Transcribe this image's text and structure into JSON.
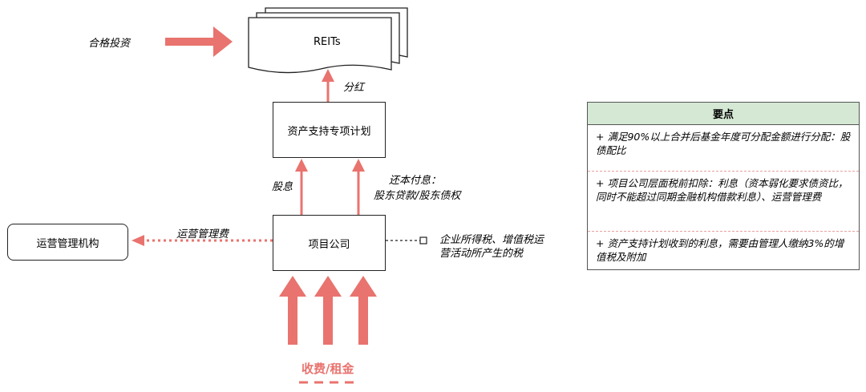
{
  "diagram": {
    "nodes": {
      "reits": "REITs",
      "abs_plan": "资产支持专项计划",
      "project_company": "项目公司",
      "ops_manager": "运营管理机构"
    },
    "edges": {
      "qualified_investment": "合格投资",
      "dividend": "分红",
      "interest": "股息",
      "repayment_line1": "还本付息：",
      "repayment_line2": "股东贷款/股东债权",
      "ops_fee": "运营管理费",
      "tax_line1": "企业所得税、增值税运",
      "tax_line2": "营活动所产生的税",
      "revenue": "收费/租金"
    }
  },
  "notes": {
    "title": "要点",
    "items": [
      "+ 满足90%以上合并后基金年度可分配金额进行分配：股债配比",
      "+ 项目公司层面税前扣除：利息（资本弱化要求债资比，同时不能超过同期金融机构借款利息）、运营管理费",
      "+ 资产支持计划收到的利息，需要由管理人缴纳3%的增值税及附加"
    ]
  },
  "colors": {
    "arrow": "#e9736e",
    "header_bg": "#d5e8d4",
    "border": "#222222"
  }
}
